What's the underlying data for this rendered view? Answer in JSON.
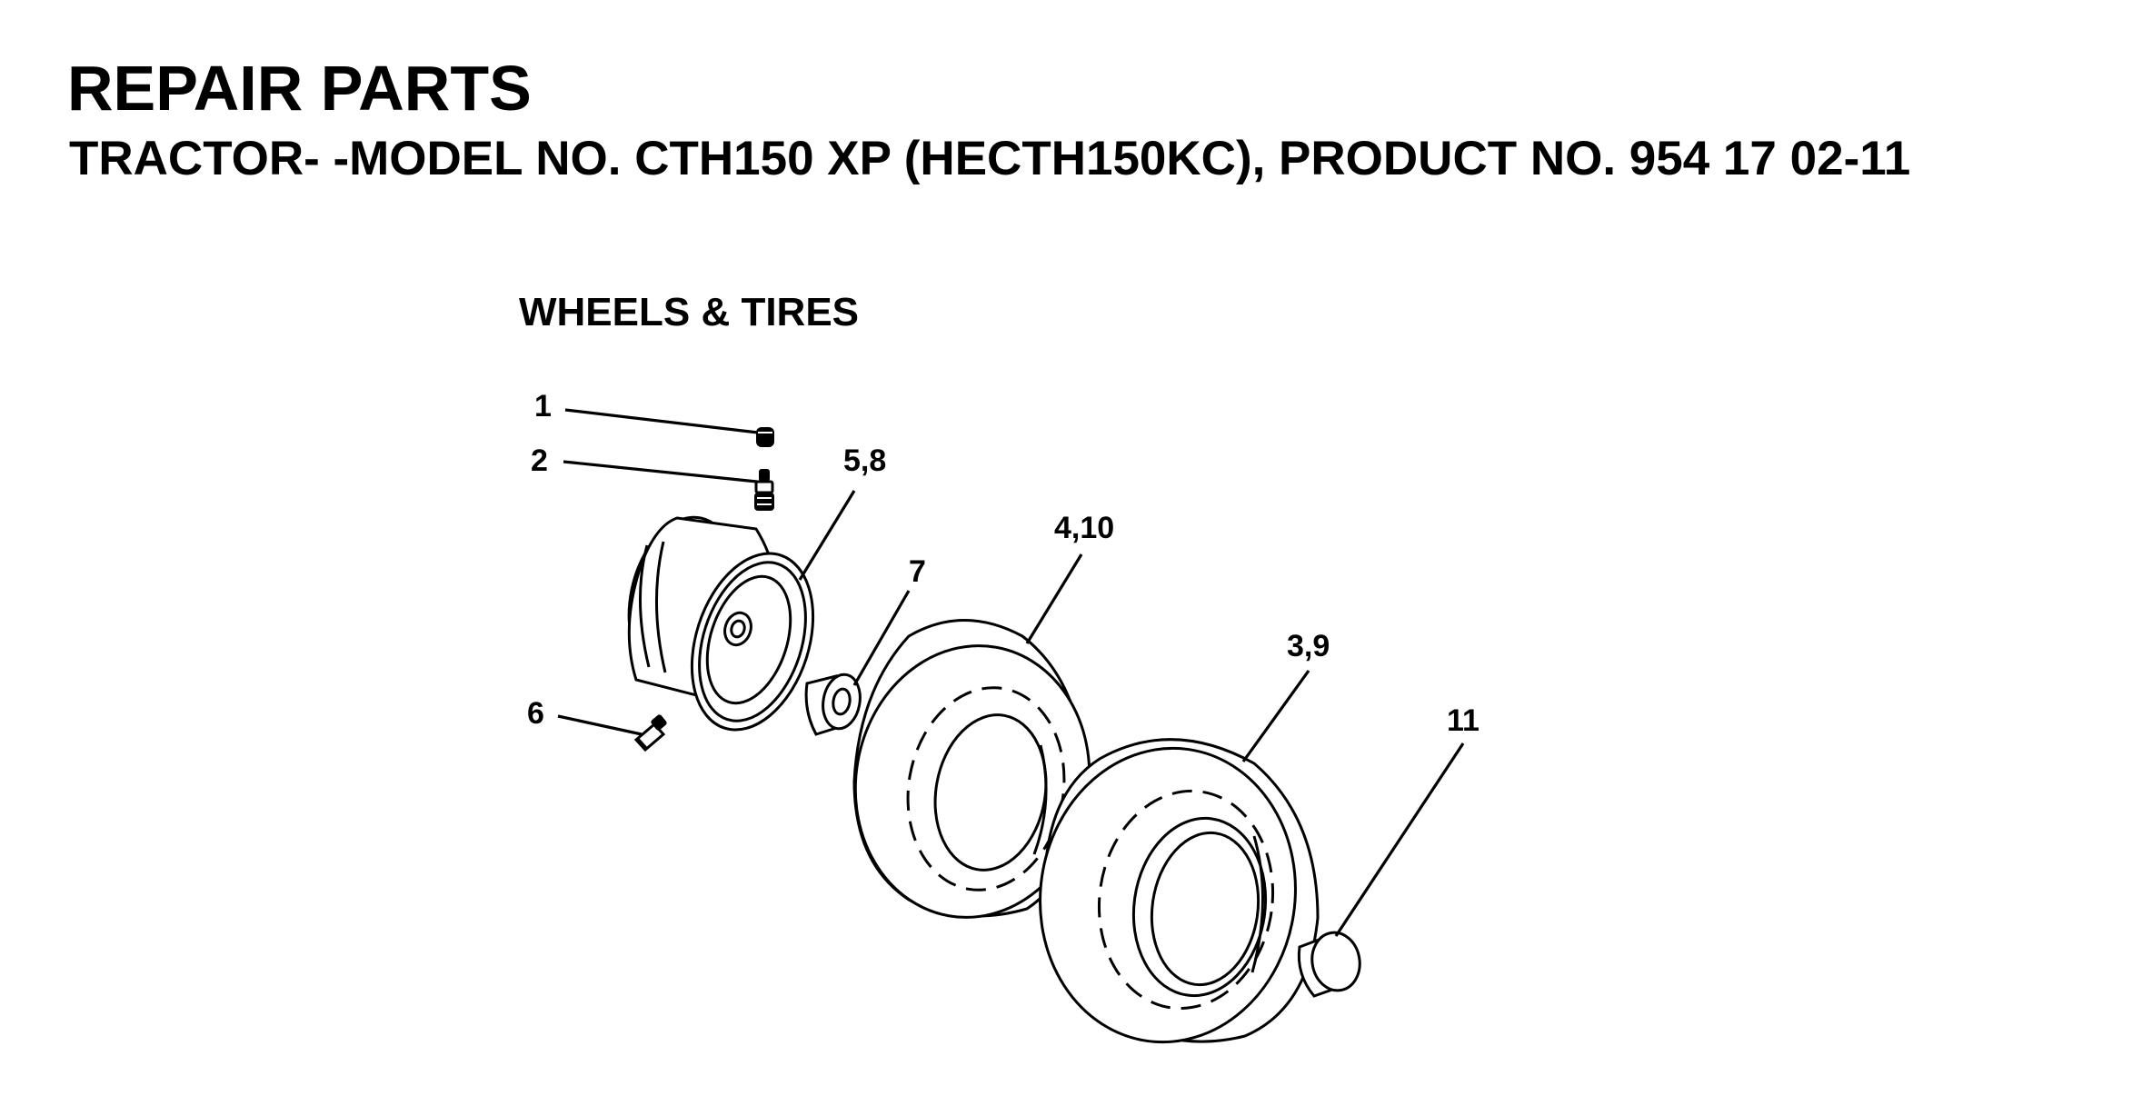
{
  "header": {
    "title": "REPAIR PARTS",
    "subtitle": "TRACTOR- -MODEL NO. CTH150 XP (HECTH150KC), PRODUCT NO. 954 17 02-11"
  },
  "section": {
    "title": "WHEELS & TIRES"
  },
  "callouts": {
    "item_1": "1",
    "item_2": "2",
    "item_5_8": "5,8",
    "item_7": "7",
    "item_4_10": "4,10",
    "item_3_9": "3,9",
    "item_6": "6",
    "item_11": "11"
  }
}
